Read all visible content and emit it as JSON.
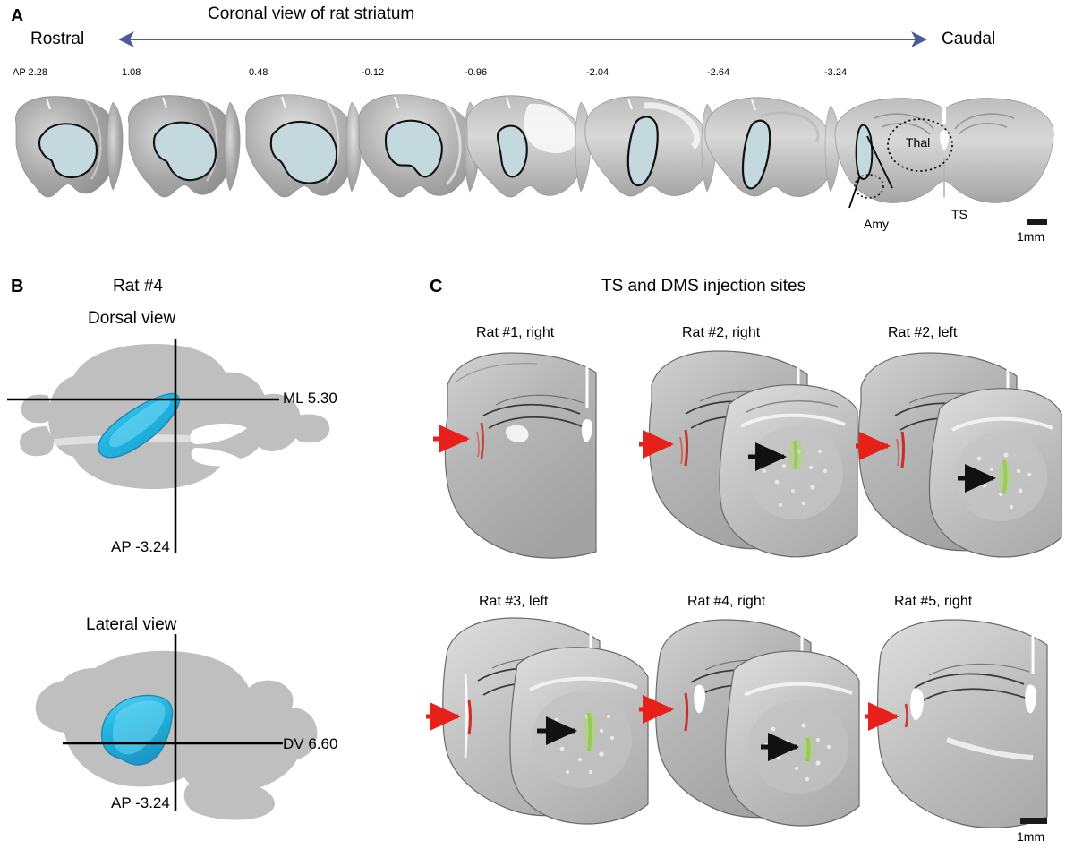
{
  "figure": {
    "panelA": {
      "letter": "A",
      "title": "Coronal view of rat striatum",
      "rostral_label": "Rostral",
      "caudal_label": "Caudal",
      "arrow_color": "#4a5a9a",
      "striatum_fill": "#c3d9dd",
      "slice_gray": "#9a9a9a",
      "ap_prefix": "AP 2.28",
      "ap_labels": [
        "AP 2.28",
        "1.08",
        "0.48",
        "-0.12",
        "-0.96",
        "-2.04",
        "-2.64",
        "-3.24"
      ],
      "annotations": {
        "thal": "Thal",
        "ts": "TS",
        "amy": "Amy"
      },
      "scale_bar_label": "1mm"
    },
    "panelB": {
      "letter": "B",
      "subject": "Rat #4",
      "views": [
        {
          "name": "Dorsal view",
          "horizontal_coord": "ML 5.30",
          "vertical_coord": "AP -3.24"
        },
        {
          "name": "Lateral view",
          "horizontal_coord": "DV 6.60",
          "vertical_coord": "AP -3.24"
        }
      ],
      "brain_fill": "#bfbfbf",
      "lesion_fill": "#29b6e0"
    },
    "panelC": {
      "letter": "C",
      "title": "TS and DMS injection sites",
      "scale_bar_label": "1mm",
      "red_arrow_color": "#e8201a",
      "black_arrow_color": "#111111",
      "ts_marker_color": "#cc1e14",
      "dms_marker_color": "#86c23a",
      "items": [
        {
          "caption": "Rat #1, right",
          "has_dms_inset": false
        },
        {
          "caption": "Rat #2, right",
          "has_dms_inset": true
        },
        {
          "caption": "Rat #2, left",
          "has_dms_inset": true
        },
        {
          "caption": "Rat #3, left",
          "has_dms_inset": true
        },
        {
          "caption": "Rat #4, right",
          "has_dms_inset": true
        },
        {
          "caption": "Rat #5, right",
          "has_dms_inset": false
        }
      ]
    }
  }
}
